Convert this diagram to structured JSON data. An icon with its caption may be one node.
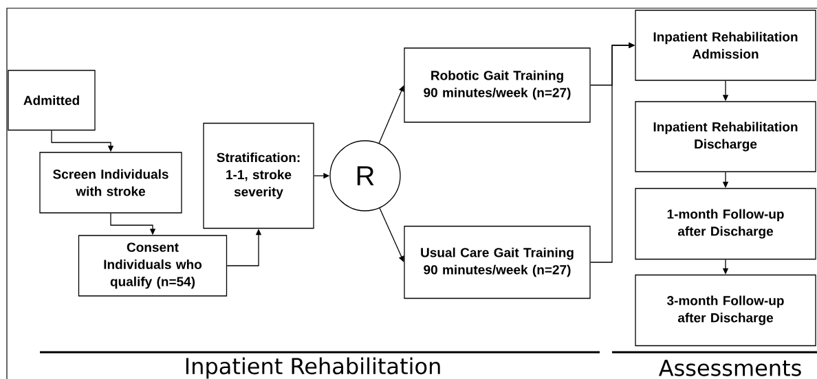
{
  "diagram": {
    "nodes": [
      {
        "text": [
          "Admitted"
        ]
      },
      {
        "text": [
          "Screen Individuals with stroke"
        ]
      },
      {
        "text": [
          "Consent Individuals who qualify (n=54)"
        ]
      },
      {
        "text": [
          "Stratification: 1-1, stroke severity"
        ]
      },
      {
        "text": [
          "R"
        ]
      },
      {
        "text": [
          "Robotic Gait Training 90 minutes/week (n=27)"
        ]
      },
      {
        "text": [
          "Usual Care Gait Training 90 minutes/week (n=27)"
        ]
      },
      {
        "text": [
          "Inpatient Rehabilitation Admission"
        ]
      },
      {
        "text": [
          "Inpatient Rehabilitation Discharge"
        ]
      },
      {
        "text": [
          "1-month Follow-up after Discharge"
        ]
      },
      {
        "text": [
          "3-month Follow-up after Discharge"
        ]
      }
    ],
    "edges": [
      {
        "from": 0,
        "to": 1,
        "arrow": "to"
      },
      {
        "from": 1,
        "to": 2,
        "arrow": "to"
      },
      {
        "from": 2,
        "to": 3,
        "arrow": "to"
      },
      {
        "from": 3,
        "to": 4,
        "arrow": "to"
      },
      {
        "from": 4,
        "to": 5,
        "arrow": "to"
      },
      {
        "from": 4,
        "to": 6,
        "arrow": "to"
      },
      {
        "from": 5,
        "to": 7,
        "arrow": "to"
      },
      {
        "from": 6,
        "to": 7,
        "arrow": "to"
      },
      {
        "from": 7,
        "to": 8,
        "arrow": "to"
      },
      {
        "from": 8,
        "to": 9,
        "arrow": "to"
      },
      {
        "from": 9,
        "to": 10,
        "arrow": "to"
      }
    ],
    "labels": [
      "Inpatient Rehabilitation",
      "Assessments"
    ]
  }
}
